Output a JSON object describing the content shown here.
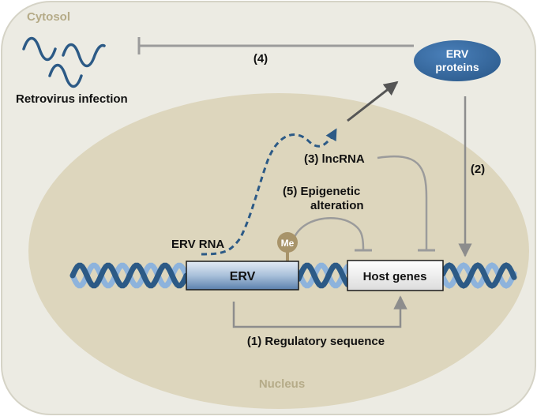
{
  "compartments": {
    "cytosol_label": "Cytosol",
    "nucleus_label": "Nucleus"
  },
  "labels": {
    "retrovirus_infection": "Retrovirus infection",
    "erv_proteins_line1": "ERV",
    "erv_proteins_line2": "proteins",
    "step4": "(4)",
    "step2": "(2)",
    "step3": "(3)  lncRNA",
    "step5_line1": "(5)  Epigenetic",
    "step5_line2": "alteration",
    "erv_rna": "ERV RNA",
    "methyl": "Me",
    "erv_box": "ERV",
    "host_genes": "Host genes",
    "step1": "(1) Regulatory sequence"
  },
  "colors": {
    "cytosol_fill": "#ecebe3",
    "nucleus_fill": "#ddd6bd",
    "compartment_text": "#b5ab88",
    "arrow_gray": "#9b9b9b",
    "arrow_dark": "#555555",
    "navy": "#2c5a86",
    "light_blue": "#8db3dc",
    "methyl": "#a8946a",
    "erv_oval": "#3a6ea5"
  },
  "icons": {
    "virus": "wavy-rna-icon",
    "methyl": "methyl-lollipop-icon"
  }
}
